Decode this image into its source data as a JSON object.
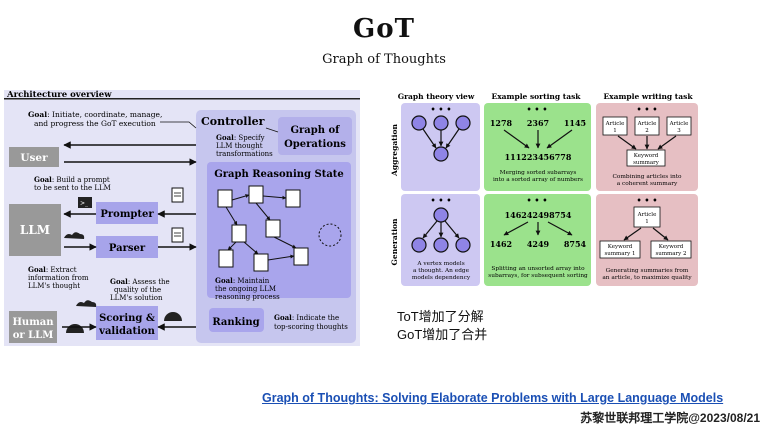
{
  "slide": {
    "title": "GoT",
    "subtitle": "Graph of Thoughts"
  },
  "architecture": {
    "header": "Architecture overview",
    "controller": {
      "label": "Controller",
      "goal_bold": "Goal",
      "goal_lines": [
        ": Initiate, coordinate, manage,",
        "and progress the GoT execution"
      ]
    },
    "graph_of_operations": {
      "lines": [
        "Graph of",
        "Operations"
      ],
      "goal_lines": [
        ": Specify",
        "LLM thought",
        "transformations"
      ]
    },
    "user": "User",
    "llm": "LLM",
    "human": [
      "Human",
      "or LLM"
    ],
    "prompter": {
      "label": "Prompter",
      "goal_lines": [
        ": Build a prompt",
        "to be sent to the LLM"
      ]
    },
    "parser": {
      "label": "Parser",
      "goal_lines": [
        ": Extract",
        "information from",
        "LLM's thought"
      ]
    },
    "scoring": {
      "lines": [
        "Scoring &",
        "validation"
      ],
      "goal_lines": [
        ": Assess the",
        "quality of the",
        "LLM's solution"
      ]
    },
    "grs": {
      "label": "Graph Reasoning State",
      "goal_lines": [
        ": Maintain",
        "the ongoing LLM",
        "reasoning process"
      ]
    },
    "ranking": {
      "label": "Ranking",
      "goal_lines": [
        ": Indicate the",
        "top-scoring thoughts"
      ]
    },
    "goal_word": "Goal"
  },
  "examples": {
    "col_headers": [
      "Graph theory view",
      "Example sorting task",
      "Example writing task"
    ],
    "row_labels": [
      "Aggregation",
      "Generation"
    ],
    "aggregation": {
      "sort_inputs": [
        "1278",
        "2367",
        "1145"
      ],
      "sort_output": "111223456778",
      "sort_caption": [
        "Merging sorted subarrays",
        "into a sorted array of numbers"
      ],
      "articles": [
        "Article 1",
        "Article 2",
        "Article 3"
      ],
      "summary": [
        "Keyword",
        "summary"
      ],
      "write_caption": [
        "Combining articles into",
        "a coherent summary"
      ]
    },
    "generation": {
      "graph_caption": [
        "A vertex models",
        "a thought. An edge",
        "models dependency"
      ],
      "sort_input": "146242498754",
      "sort_outputs": [
        "1462",
        "4249",
        "8754"
      ],
      "sort_caption": [
        "Splitting an unsorted array into",
        "subarrays, for subsequent sorting"
      ],
      "article": [
        "Article",
        "1"
      ],
      "summaries": [
        [
          "Keyword",
          "summary 1"
        ],
        [
          "Keyword",
          "summary 2"
        ]
      ],
      "write_caption": [
        "Generating summaries from",
        "an article, to maximize quality"
      ]
    },
    "dots": "• • •"
  },
  "notes": [
    "ToT增加了分解",
    "GoT增加了合并"
  ],
  "paper_link": "Graph of Thoughts: Solving Elaborate Problems with Large Language Models",
  "credit": "苏黎世联邦理工学院@2023/08/21",
  "colors": {
    "arch_bg": "#e4e4f6",
    "arch_panel": "#c6c6ee",
    "purple_node": "#8f84e6",
    "green_cell": "#9be28c",
    "pink_cell": "#e6bfc3",
    "lavender_cell": "#cdc8f2",
    "gray_box": "#999999",
    "link": "#1a4fb4"
  }
}
